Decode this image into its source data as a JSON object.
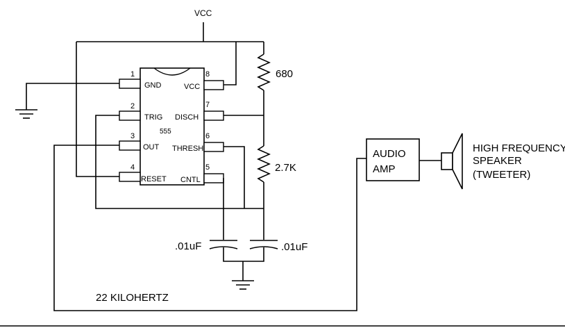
{
  "supply": {
    "label": "VCC"
  },
  "ic": {
    "part": "555",
    "pins": [
      {
        "num": "1",
        "label": "GND"
      },
      {
        "num": "2",
        "label": "TRIG"
      },
      {
        "num": "3",
        "label": "OUT"
      },
      {
        "num": "4",
        "label": "RESET"
      },
      {
        "num": "5",
        "label": "CNTL"
      },
      {
        "num": "6",
        "label": "THRESH"
      },
      {
        "num": "7",
        "label": "DISCH"
      },
      {
        "num": "8",
        "label": "VCC"
      }
    ]
  },
  "resistors": [
    {
      "value": "680"
    },
    {
      "value": "2.7K"
    }
  ],
  "capacitors": [
    {
      "value": ".01uF"
    },
    {
      "value": ".01uF"
    }
  ],
  "amp": {
    "line1": "AUDIO",
    "line2": "AMP"
  },
  "speaker": {
    "line1": "HIGH FREQUENCY",
    "line2": "SPEAKER",
    "line3": "(TWEETER)"
  },
  "frequency_note": "22 KILOHERTZ"
}
